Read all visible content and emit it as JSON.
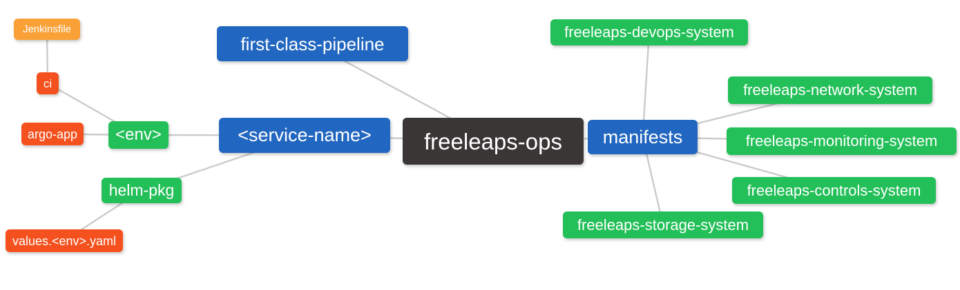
{
  "title": "freeleaps-ops repository mindmap",
  "palette": {
    "root": "#3b3636",
    "level1": "#2166c0",
    "level2": "#23bf58",
    "level3": "#f4511e",
    "level4": "#f9a136",
    "edge": "#cbcbcb",
    "text": "#ffffff",
    "background": "#ffffff"
  },
  "nodes": {
    "root": {
      "label": "freeleaps-ops",
      "level": 0
    },
    "first_class_pipeline": {
      "label": "first-class-pipeline",
      "level": 1
    },
    "service_name": {
      "label": "<service-name>",
      "level": 1
    },
    "manifests": {
      "label": "manifests",
      "level": 1
    },
    "env": {
      "label": "<env>",
      "level": 2
    },
    "helm_pkg": {
      "label": "helm-pkg",
      "level": 2
    },
    "ci": {
      "label": "ci",
      "level": 3
    },
    "argo_app": {
      "label": "argo-app",
      "level": 3
    },
    "values_env_yaml": {
      "label": "values.<env>.yaml",
      "level": 3
    },
    "jenkinsfile": {
      "label": "Jenkinsfile",
      "level": 4
    },
    "devops_system": {
      "label": "freeleaps-devops-system",
      "level": 2
    },
    "network_system": {
      "label": "freeleaps-network-system",
      "level": 2
    },
    "monitoring_system": {
      "label": "freeleaps-monitoring-system",
      "level": 2
    },
    "controls_system": {
      "label": "freeleaps-controls-system",
      "level": 2
    },
    "storage_system": {
      "label": "freeleaps-storage-system",
      "level": 2
    }
  },
  "edges": [
    [
      "jenkinsfile",
      "ci"
    ],
    [
      "ci",
      "env"
    ],
    [
      "argo_app",
      "env"
    ],
    [
      "env",
      "service_name"
    ],
    [
      "helm_pkg",
      "service_name"
    ],
    [
      "values_env_yaml",
      "helm_pkg"
    ],
    [
      "service_name",
      "root"
    ],
    [
      "first_class_pipeline",
      "root"
    ],
    [
      "root",
      "manifests"
    ],
    [
      "manifests",
      "devops_system"
    ],
    [
      "manifests",
      "network_system"
    ],
    [
      "manifests",
      "monitoring_system"
    ],
    [
      "manifests",
      "controls_system"
    ],
    [
      "manifests",
      "storage_system"
    ]
  ]
}
